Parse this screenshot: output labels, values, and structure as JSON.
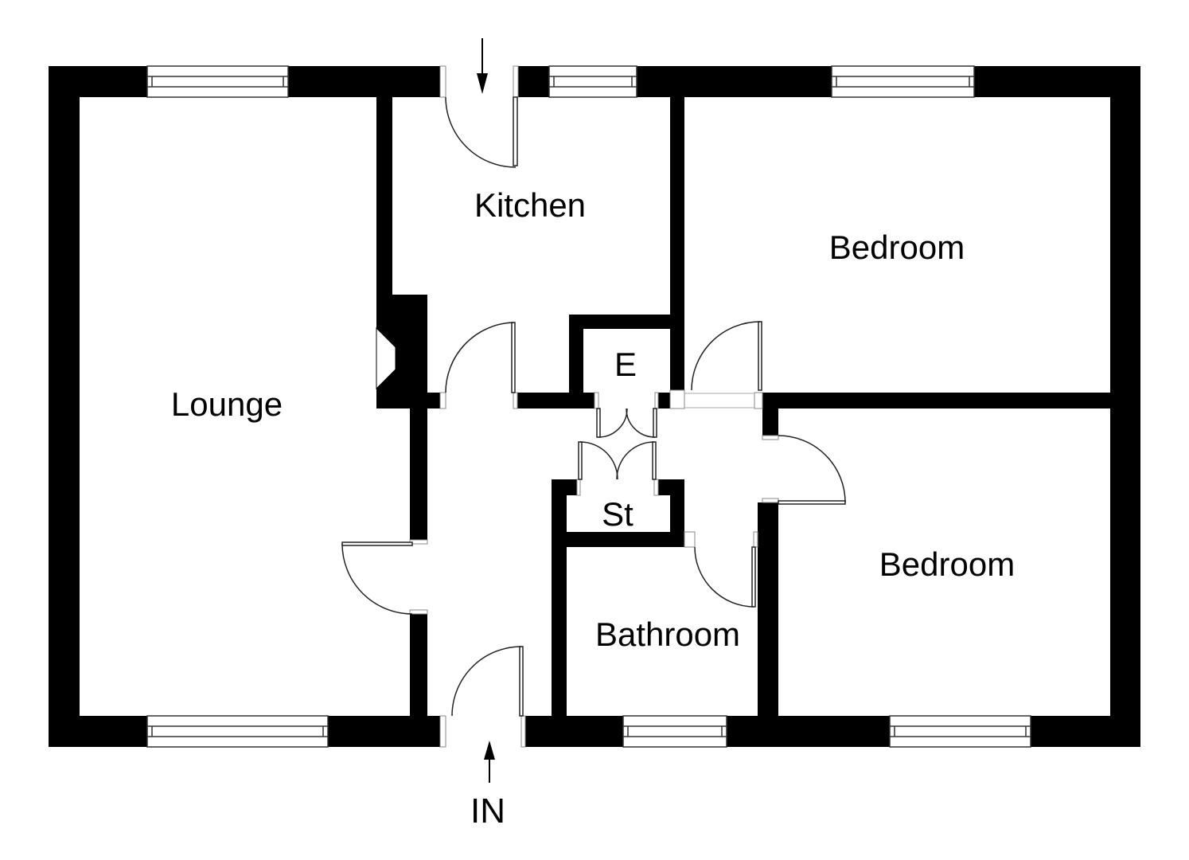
{
  "plan": {
    "type": "floorplan",
    "rooms": {
      "lounge": "Lounge",
      "kitchen": "Kitchen",
      "bedroom_top": "Bedroom",
      "bedroom_bottom": "Bedroom",
      "bathroom": "Bathroom",
      "cupboard": "E",
      "store": "St"
    },
    "entrance": {
      "label": "IN"
    },
    "colors": {
      "wall": "#000000",
      "background": "#ffffff",
      "line": "#333333",
      "jamb_line": "#8a8a8a"
    },
    "icons": [
      "entry-arrow-down",
      "entry-arrow-up"
    ]
  }
}
